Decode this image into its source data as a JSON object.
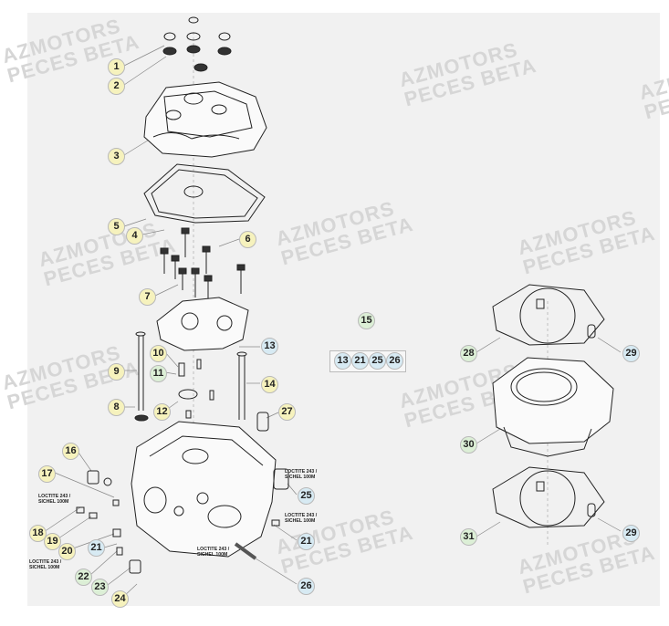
{
  "watermarks": [
    {
      "line1": "AZMOTORS",
      "line2": "PECES BETA"
    },
    {
      "line1": "AZMOTORS",
      "line2": "PECES BETA"
    },
    {
      "line1": "AZMOTORS",
      "line2": "PECES BETA"
    },
    {
      "line1": "AZMOTORS",
      "line2": "PECES BETA"
    },
    {
      "line1": "AZMOTORS",
      "line2": "PECES BETA"
    },
    {
      "line1": "AZMOTORS",
      "line2": "PECES BETA"
    },
    {
      "line1": "AZMOTORS",
      "line2": "PECES BETA"
    },
    {
      "line1": "AZMOTORS",
      "line2": "PECES BETA"
    },
    {
      "line1": "AZMOTORS",
      "line2": "PECES BETA"
    },
    {
      "line1": "AZMOTORS",
      "line2": "PECES BETA"
    }
  ],
  "callouts": [
    "1",
    "2",
    "3",
    "4",
    "5",
    "6",
    "7",
    "8",
    "9",
    "10",
    "11",
    "12",
    "13",
    "14",
    "15",
    "16",
    "17",
    "18",
    "19",
    "20",
    "21",
    "22",
    "23",
    "24",
    "25",
    "26",
    "27",
    "28",
    "29",
    "30",
    "31"
  ],
  "group_box": {
    "top": "15",
    "row": [
      "13",
      "21",
      "25",
      "26"
    ]
  },
  "notes": {
    "a": {
      "line1": "LOCTITE 243 /",
      "line2": "SICHEL 100M"
    },
    "b": {
      "line1": "LOCTITE 243 /",
      "line2": "SICHEL 100M"
    },
    "c": {
      "line1": "LOCTITE 243 /",
      "line2": "SICHEL 100M"
    },
    "d": {
      "line1": "LOCTITE 243 /",
      "line2": "SICHEL 100M"
    },
    "e": {
      "line1": "LOCTITE 243 /",
      "line2": "SICHEL 100M"
    }
  }
}
